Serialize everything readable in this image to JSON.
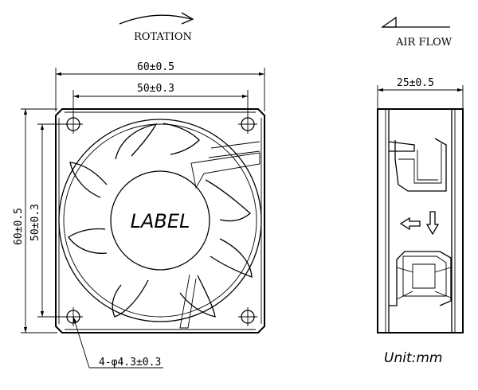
{
  "labels": {
    "rotation": "ROTATION",
    "air_flow": "AIR FLOW",
    "width_outer": "60±0.5",
    "width_inner": "50±0.3",
    "height_outer": "60±0.5",
    "height_inner": "50±0.3",
    "depth": "25±0.5",
    "hub_label": "LABEL",
    "hole_spec": "4-φ4.3±0.3",
    "unit": "Unit:mm"
  }
}
